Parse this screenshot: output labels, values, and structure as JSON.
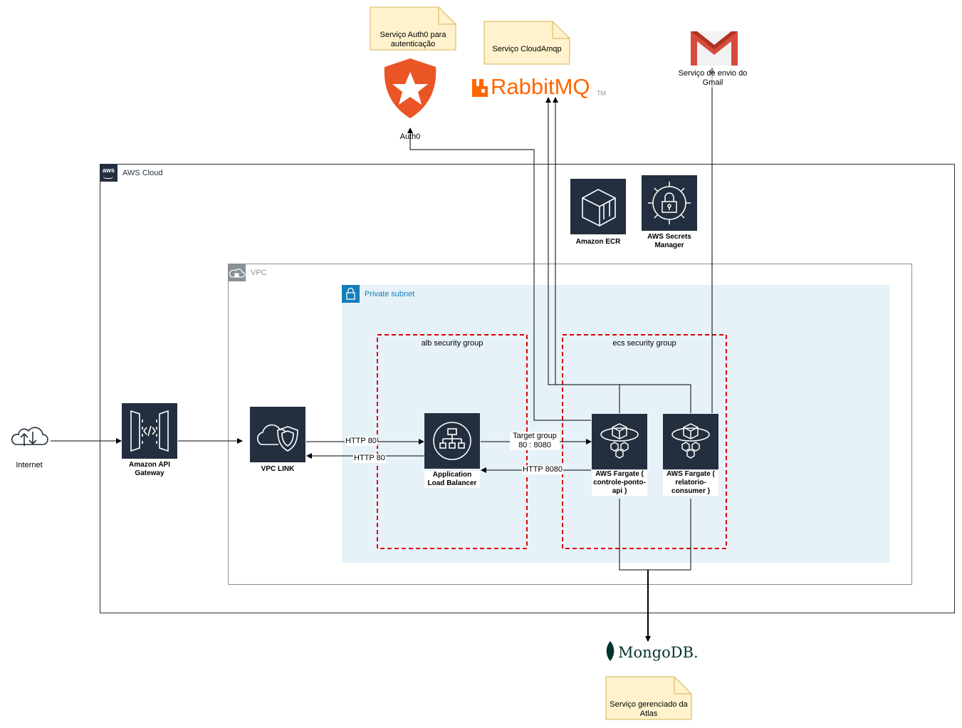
{
  "notes": {
    "auth0": "Serviço Auth0 para autenticação",
    "cloudamqp": "Serviço CloudAmqp",
    "atlas": "Serviço gerenciado da Atlas"
  },
  "external": {
    "auth0_label": "Auth0",
    "rabbitmq_logo_main": "RabbitMQ",
    "rabbitmq_logo_tm": "TM",
    "gmail_label": "Serviço de envio do Gmail",
    "mongodb_logo": "MongoDB.",
    "internet_label": "Internet"
  },
  "groups": {
    "aws_cloud": "AWS Cloud",
    "aws_badge": "aws",
    "vpc": "VPC",
    "private_subnet": "Private subnet",
    "alb_sg": "alb security group",
    "ecs_sg": "ecs security group"
  },
  "services": {
    "api_gateway": "Amazon API Gateway",
    "vpc_link": "VPC LINK",
    "alb": "Application Load Balancer",
    "fargate_controle": "AWS Fargate ( controle-ponto-api )",
    "fargate_relatorio": "AWS Fargate ( relatorio-consumer )",
    "ecr": "Amazon ECR",
    "secrets": "AWS Secrets Manager"
  },
  "edges": {
    "vpclink_to_alb": "HTTP 80",
    "alb_to_vpclink": "HTTP 80",
    "alb_to_fargate": "Target group 80 : 8080",
    "fargate_to_alb": "HTTP 8080"
  },
  "colors": {
    "aws_dark": "#232f3e",
    "vpc_gray": "#879196",
    "subnet_blue": "#147eba",
    "subnet_fill": "#e6f2f8",
    "sg_red": "#dd0000",
    "note_fill": "#fff2cc",
    "note_border": "#d6b656",
    "auth0_orange": "#eb5424",
    "rabbit_orange": "#ff6600",
    "rabbit_gray": "#999999",
    "gmail_red": "#d54b3d",
    "mongo_green": "#023430"
  }
}
